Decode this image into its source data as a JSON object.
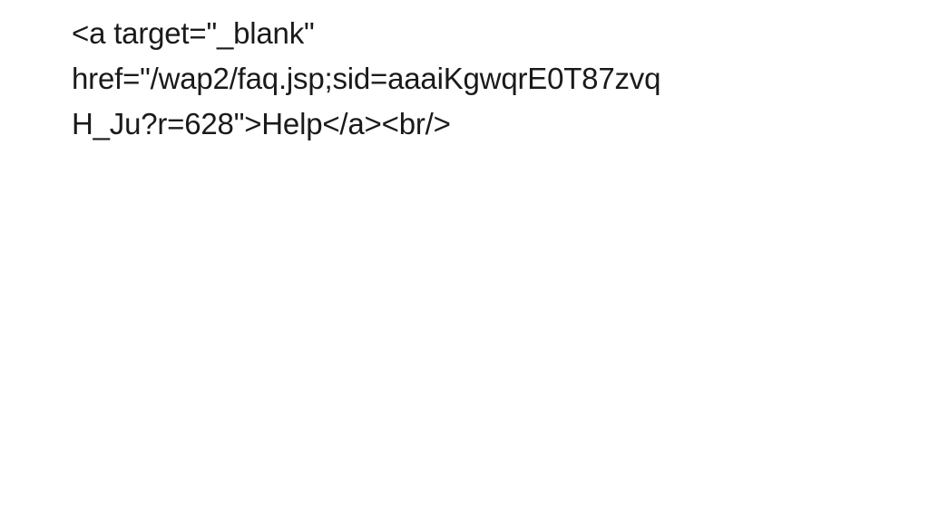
{
  "slide": {
    "lines": [
      "<a target=\"_blank\"",
      "href=\"/wap2/faq.jsp;sid=aaaiKgwqrE0T87zvq",
      "H_Ju?r=628\">Help</a><br/>"
    ]
  }
}
